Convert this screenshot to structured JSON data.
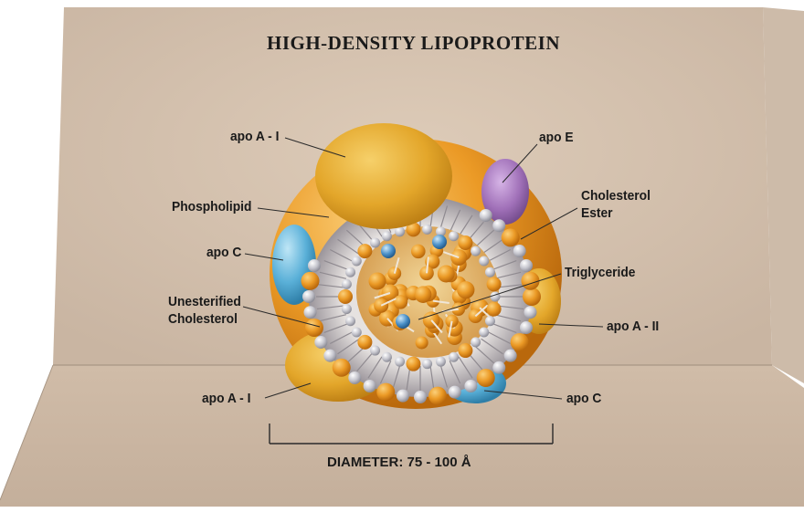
{
  "title": "HIGH-DENSITY LIPOPROTEIN",
  "labels": {
    "apo_a1_top": "apo A - I",
    "phospholipid": "Phospholipid",
    "apo_c_left": "apo C",
    "unesterified_line1": "Unesterified",
    "unesterified_line2": "Cholesterol",
    "apo_a1_bottom": "apo A - I",
    "apo_e": "apo E",
    "cholesterol_ester_line1": "Cholesterol",
    "cholesterol_ester_line2": "Ester",
    "triglyceride": "Triglyceride",
    "apo_a2": "apo A - II",
    "apo_c_right": "apo C"
  },
  "diameter": "DIAMETER:  75 - 100 Å",
  "colors": {
    "background_panel": "#d8c6b4",
    "apo_a1": "#e8a92c",
    "apo_c": "#5ab0d8",
    "apo_e": "#a070b8",
    "phospholipid_head": "#e89a2a",
    "phospholipid_bead": "#b8b8c0",
    "cholesterol_blue": "#4a90c8"
  }
}
